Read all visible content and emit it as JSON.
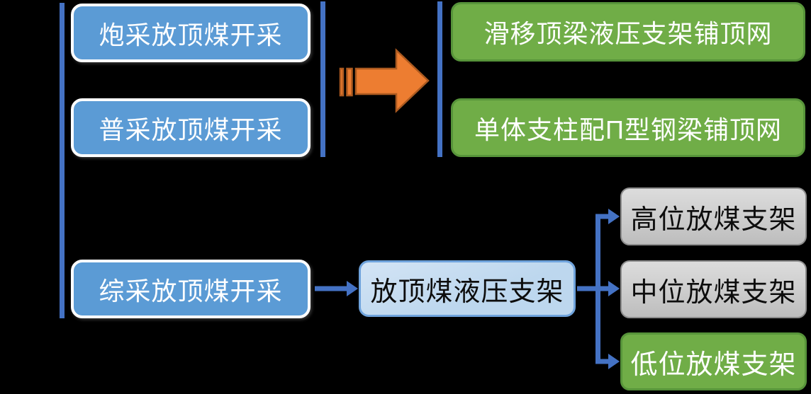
{
  "diagram": {
    "title_hint": "coal-top-caving-mining-methods-flow-diagram",
    "nodes": {
      "blast": {
        "label": "炮采放顶煤开采"
      },
      "conventional": {
        "label": "普采放顶煤开采"
      },
      "fully_mechanized": {
        "label": "综采放顶煤开采"
      },
      "sliding_beam": {
        "label": "滑移顶梁液压支架铺顶网"
      },
      "single_prop": {
        "label": "单体支柱配Π型钢梁铺顶网"
      },
      "caving_support": {
        "label": "放顶煤液压支架"
      },
      "high_position": {
        "label": "高位放煤支架"
      },
      "mid_position": {
        "label": "中位放煤支架"
      },
      "low_position": {
        "label": "低位放煤支架"
      }
    },
    "colors": {
      "bg": "#000000",
      "node_blue": "#5B9BD5",
      "node_blue_border": "#FFFFFF",
      "green": "#70AD47",
      "green_border": "#57943A",
      "light_blue": "#BDD7EE",
      "light_blue_hi": "#D3E4F5",
      "light_blue_border": "#6FA3DC",
      "gray_top": "#DCDCDC",
      "gray_mid": "#CCCCCC",
      "gray_bottom": "#BDBDBD",
      "gray_border": "#8C8C8C",
      "connector": "#4472C4",
      "divider": "#4472C4",
      "orange": "#ED7D31",
      "orange_border": "#AC5A20",
      "white_text": "#FFFFFF",
      "dark_text": "#0D0D0D"
    }
  }
}
